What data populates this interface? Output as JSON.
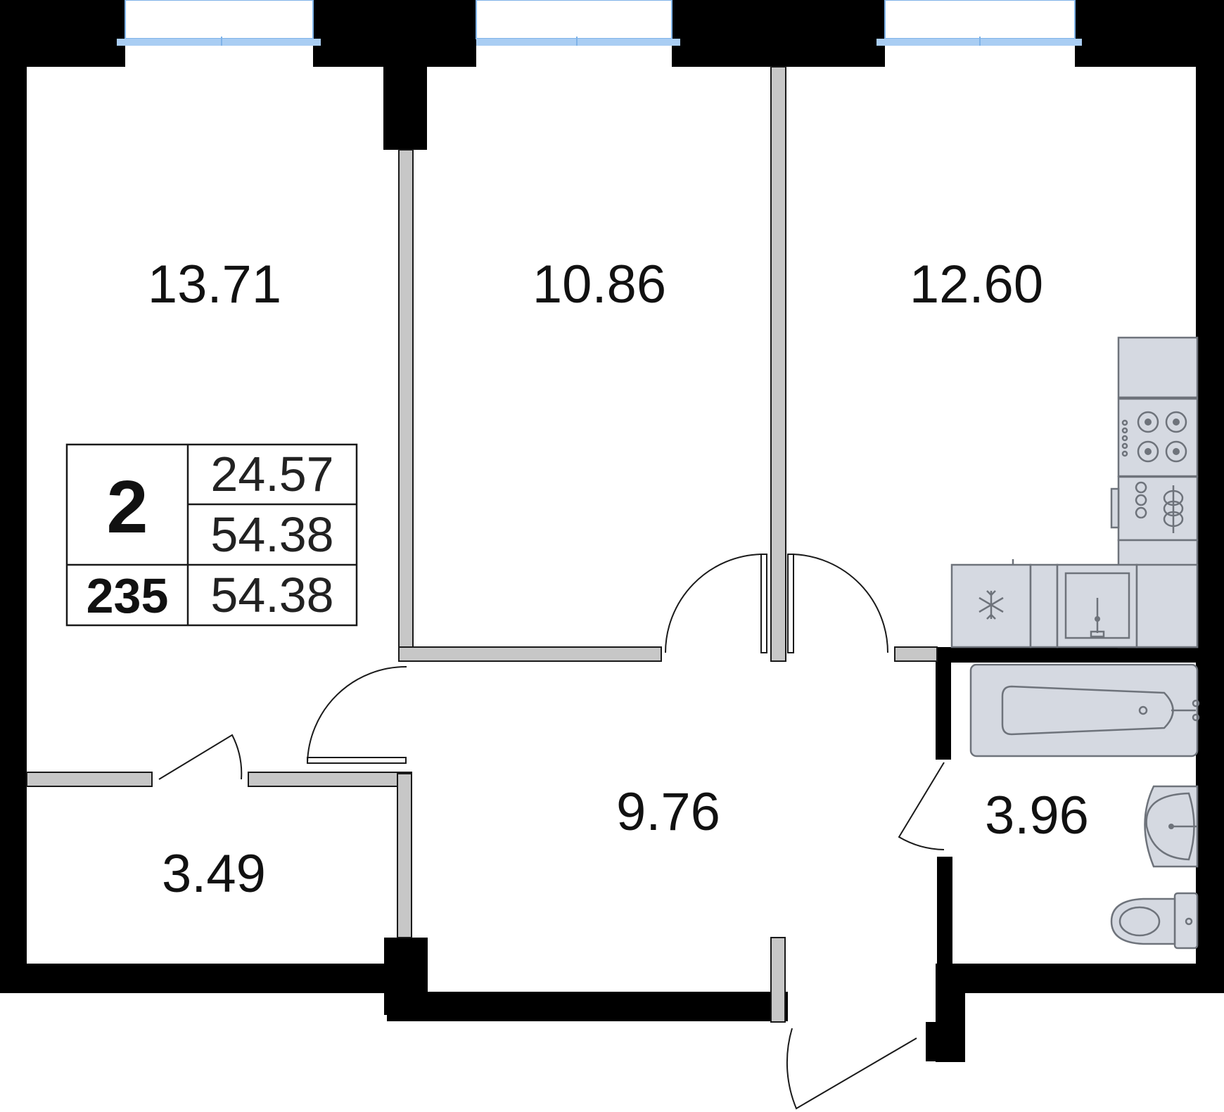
{
  "rooms": [
    {
      "id": "room-1",
      "area": "13.71"
    },
    {
      "id": "room-2",
      "area": "10.86"
    },
    {
      "id": "room-3",
      "area": "12.60"
    },
    {
      "id": "storage",
      "area": "3.49"
    },
    {
      "id": "hall",
      "area": "9.76"
    },
    {
      "id": "bathroom",
      "area": "3.96"
    }
  ],
  "info_box": {
    "room_count": "2",
    "apartment_number": "235",
    "living_area": "24.57",
    "total_area": "54.38",
    "total_area_2": "54.38"
  },
  "colors": {
    "wall": "#000000",
    "partition": "#c7c7c7",
    "window": "#7fb3e8",
    "fixture": "#d5d9e1"
  },
  "icons": [
    "stove-icon",
    "sink-icon",
    "fridge-icon",
    "bathtub-icon",
    "washbasin-icon",
    "toilet-icon"
  ]
}
